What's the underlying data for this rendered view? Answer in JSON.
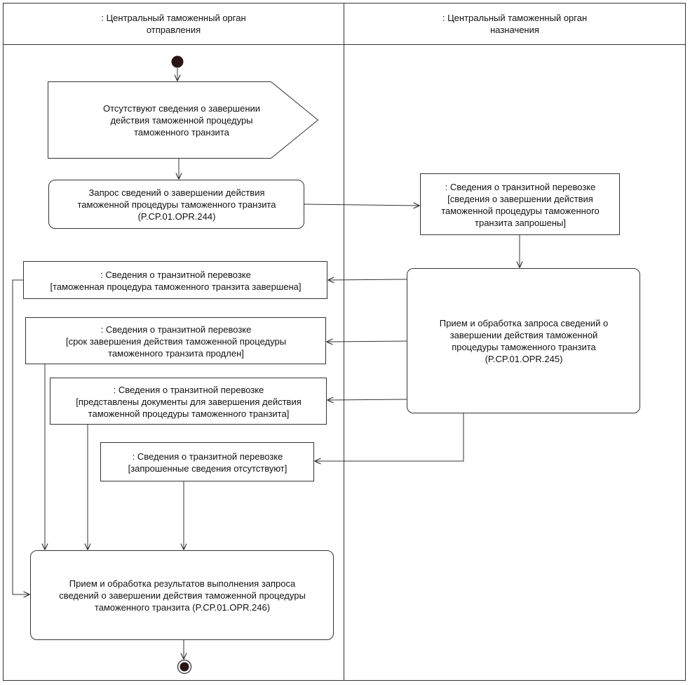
{
  "swimlanes": {
    "left_header": [
      ": Центральный таможенный орган",
      "отправления"
    ],
    "right_header": [
      ": Центральный таможенный орган",
      "назначения"
    ]
  },
  "nodes": {
    "signal": [
      "Отсутствуют сведения о завершении",
      "действия таможенной процедуры",
      "таможенного транзита"
    ],
    "request": [
      "Запрос сведений о завершении действия",
      "таможенной процедуры таможенного транзита",
      "(P.CP.01.OPR.244)"
    ],
    "obj_requested": [
      ": Сведения о транзитной перевозке",
      "[сведения о завершении действия",
      "таможенной процедуры таможенного",
      "транзита запрошены]"
    ],
    "process": [
      "Прием и обработка запроса сведений о",
      "завершении действия таможенной",
      "процедуры таможенного транзита",
      "(P.CP.01.OPR.245)"
    ],
    "obj_completed": [
      ": Сведения о транзитной перевозке",
      "[таможенная процедура таможенного транзита завершена]"
    ],
    "obj_extended": [
      ": Сведения о транзитной перевозке",
      "[срок завершения действия таможенной процедуры",
      "таможенного транзита продлен]"
    ],
    "obj_documents": [
      ": Сведения о транзитной перевозке",
      "[представлены документы для завершения действия",
      "таможенной процедуры таможенного транзита]"
    ],
    "obj_absent": [
      ": Сведения о транзитной перевозке",
      "[запрошенные сведения отсутствуют]"
    ],
    "result": [
      "Прием и обработка результатов выполнения запроса",
      "сведений о завершении действия таможенной процедуры",
      "таможенного транзита (P.CP.01.OPR.246)"
    ]
  }
}
